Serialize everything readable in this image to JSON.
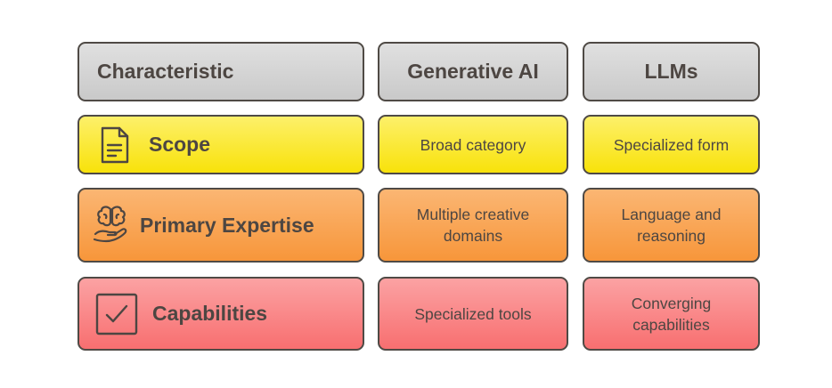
{
  "header": {
    "characteristic": "Characteristic",
    "generative_ai": "Generative AI",
    "llms": "LLMs"
  },
  "rows": [
    {
      "label": "Scope",
      "icon": "document-icon",
      "color": "#f8e20a",
      "generative_ai": "Broad category",
      "llms": "Specialized form"
    },
    {
      "label": "Primary Expertise",
      "icon": "brain-in-hand-icon",
      "color": "#f7963a",
      "generative_ai": "Multiple creative domains",
      "llms": "Language and reasoning"
    },
    {
      "label": "Capabilities",
      "icon": "checkbox-icon",
      "color": "#f86f70",
      "generative_ai": "Specialized tools",
      "llms": "Converging capabilities"
    }
  ],
  "colors": {
    "header_bg": "#d4d4d4",
    "border": "#4f4a45",
    "text": "#4d4642"
  }
}
